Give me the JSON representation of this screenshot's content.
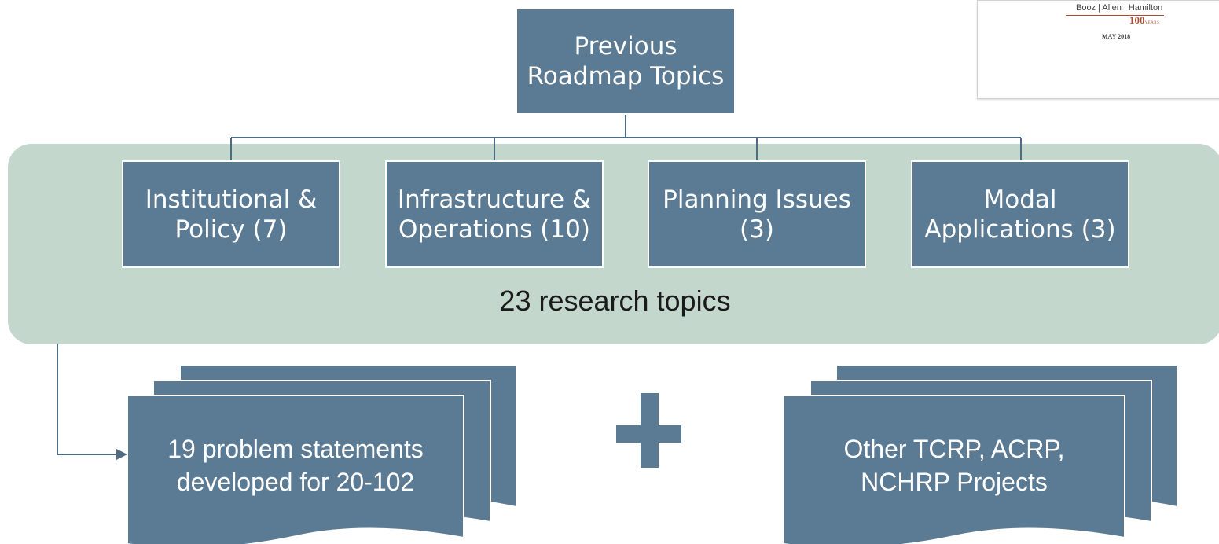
{
  "colors": {
    "box_fill": "#5b7a93",
    "panel_fill": "#c3d7cc",
    "connector": "#4d6b83"
  },
  "top": {
    "label": "Previous\nRoadmap Topics"
  },
  "categories": [
    {
      "label": "Institutional &\nPolicy (7)"
    },
    {
      "label": "Infrastructure &\nOperations (10)"
    },
    {
      "label": "Planning Issues\n(3)"
    },
    {
      "label": "Modal\nApplications (3)"
    }
  ],
  "panel": {
    "label": "23 research topics"
  },
  "docs": [
    {
      "line1": "19 problem statements",
      "line2": "developed for 20-102"
    },
    {
      "line1": "Other TCRP, ACRP,",
      "line2": "NCHRP Projects"
    }
  ],
  "plus_icon": "plus-icon",
  "report_thumbnail": {
    "company": "Booz | Allen | Hamilton",
    "years_number": "100",
    "years_word": "YEARS",
    "date": "MAY 2018"
  }
}
